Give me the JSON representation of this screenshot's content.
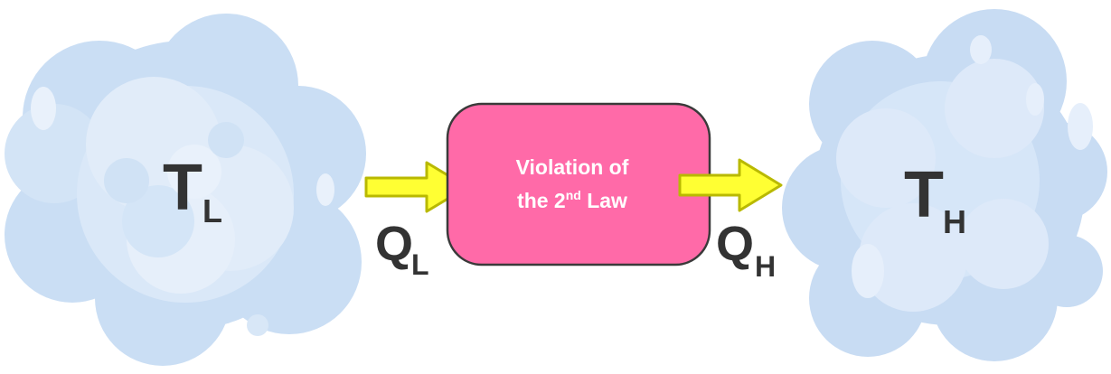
{
  "colors": {
    "cloud_light": "#dbe9f8",
    "cloud_mid": "#c9ddf3",
    "cloud_dark": "#b7d0ee",
    "box_fill": "#ff6aa8",
    "box_stroke": "#3a3a3a",
    "arrow_fill": "#ffff33",
    "arrow_stroke": "#b9b900",
    "text_dark": "#333333"
  },
  "reservoirs": {
    "cold": {
      "symbol": "T",
      "subscript": "L"
    },
    "hot": {
      "symbol": "T",
      "subscript": "H"
    }
  },
  "heat_flows": {
    "in": {
      "symbol": "Q",
      "subscript": "L"
    },
    "out": {
      "symbol": "Q",
      "subscript": "H"
    }
  },
  "device": {
    "line1": "Violation of",
    "line2_prefix": "the 2",
    "line2_superscript": "nd",
    "line2_suffix": " Law"
  }
}
